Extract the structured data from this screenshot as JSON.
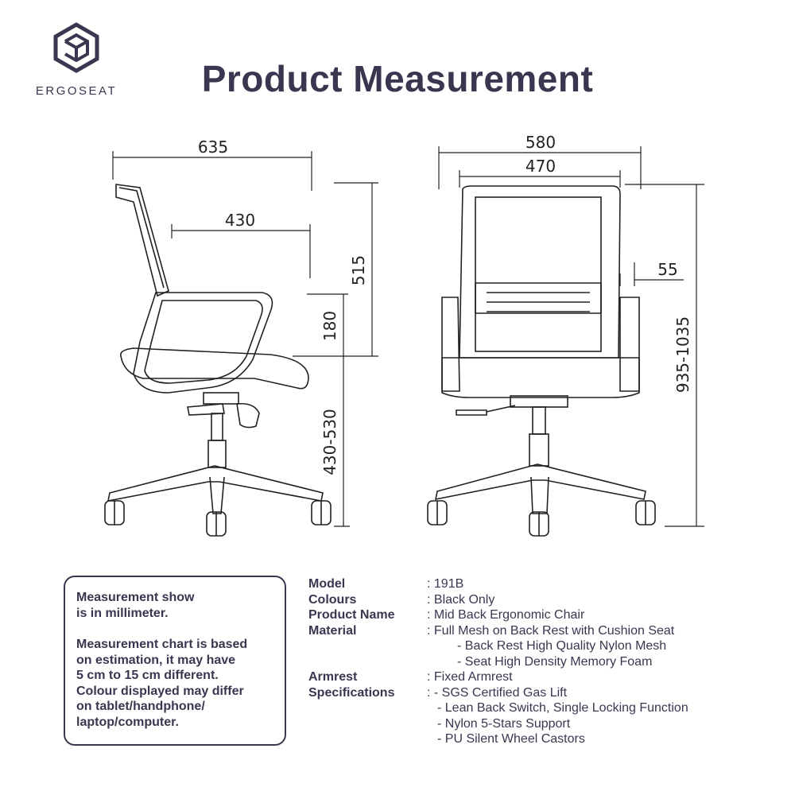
{
  "brand": {
    "name": "ERGOSEAT",
    "logo_icon": "hexagon-cube-logo"
  },
  "title": "Product Measurement",
  "dimensions": {
    "side_depth": "635",
    "seat_depth": "430",
    "back_height": "515",
    "arm_height": "180",
    "seat_height": "430-530",
    "front_width": "580",
    "seat_width": "470",
    "arm_gap": "55",
    "total_height": "935-1035"
  },
  "notes": {
    "line1": "Measurement show",
    "line2": "is in millimeter.",
    "line3": "Measurement chart is based",
    "line4": "on estimation, it may have",
    "line5": "5 cm to 15 cm different.",
    "line6": "Colour displayed may differ",
    "line7": "on tablet/handphone/",
    "line8": "laptop/computer."
  },
  "specs": {
    "labels": {
      "model": "Model",
      "colours": "Colours",
      "product_name": "Product Name",
      "material": "Material",
      "armrest": "Armrest",
      "specifications": "Specifications"
    },
    "values": {
      "model": ": 191B",
      "colours": ": Black Only",
      "product_name": ": Mid Back Ergonomic Chair",
      "material": ": Full Mesh on Back Rest with Cushion Seat",
      "material_2": "- Back Rest High Quality Nylon Mesh",
      "material_3": "- Seat High Density Memory Foam",
      "armrest": ": Fixed Armrest",
      "spec_1": ": - SGS Certified Gas Lift",
      "spec_2": "- Lean Back Switch, Single Locking Function",
      "spec_3": "- Nylon 5-Stars Support",
      "spec_4": "- PU Silent Wheel Castors"
    }
  }
}
